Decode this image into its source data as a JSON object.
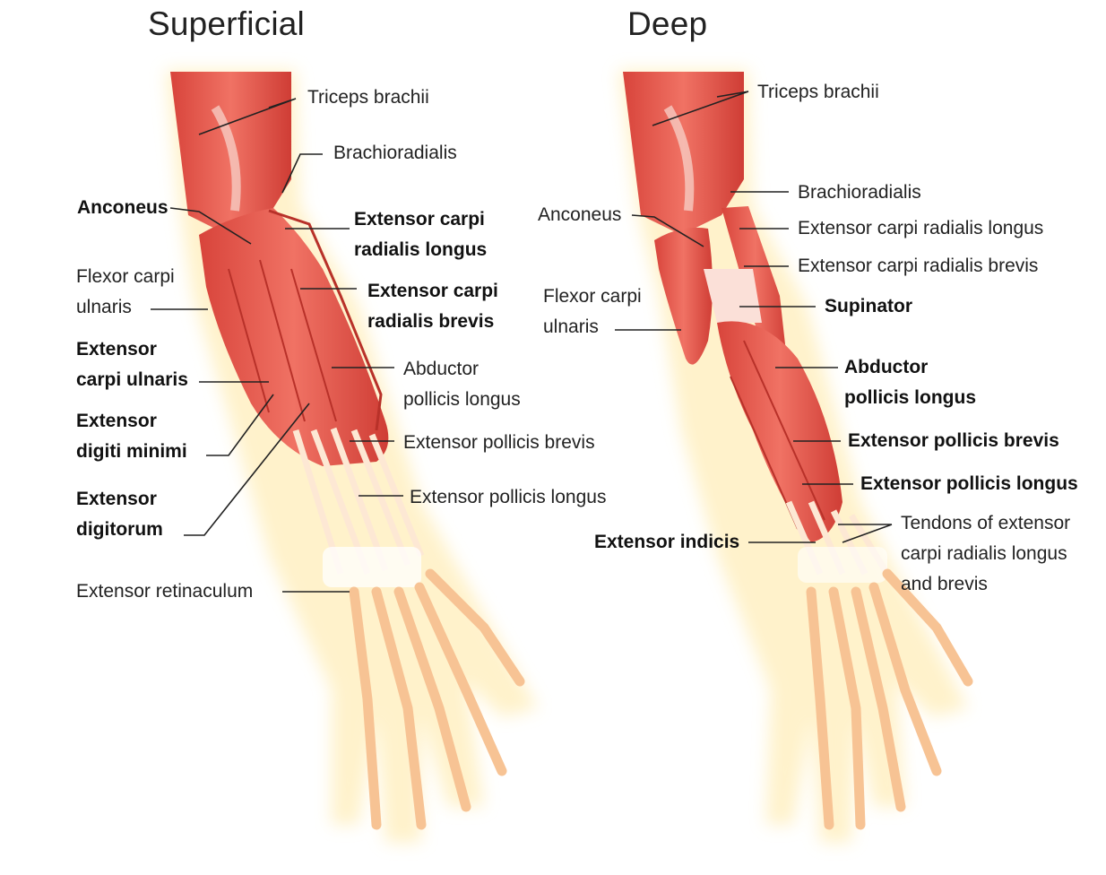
{
  "figure": {
    "superficial": {
      "title": "Superficial",
      "labels": {
        "triceps": "Triceps brachii",
        "brachioradialis": "Brachioradialis",
        "anconeus": "Anconeus",
        "ecrl_1": "Extensor carpi",
        "ecrl_2": "radialis longus",
        "fcu_1": "Flexor carpi",
        "fcu_2": "ulnaris",
        "ecrb_1": "Extensor carpi",
        "ecrb_2": "radialis brevis",
        "ecu_1": "Extensor",
        "ecu_2": "carpi ulnaris",
        "apl_1": "Abductor",
        "apl_2": "pollicis longus",
        "edm_1": "Extensor",
        "edm_2": "digiti minimi",
        "epb": "Extensor pollicis brevis",
        "ed_1": "Extensor",
        "ed_2": "digitorum",
        "epl": "Extensor pollicis longus",
        "retinaculum": "Extensor retinaculum"
      }
    },
    "deep": {
      "title": "Deep",
      "labels": {
        "triceps": "Triceps brachii",
        "brachioradialis": "Brachioradialis",
        "anconeus": "Anconeus",
        "ecrl": "Extensor carpi radialis longus",
        "ecrb": "Extensor carpi radialis brevis",
        "fcu_1": "Flexor carpi",
        "fcu_2": "ulnaris",
        "supinator": "Supinator",
        "apl_1": "Abductor",
        "apl_2": "pollicis longus",
        "epb": "Extensor pollicis brevis",
        "epl": "Extensor pollicis longus",
        "indicis": "Extensor indicis",
        "tendons_1": "Tendons of extensor",
        "tendons_2": "carpi radialis longus",
        "tendons_3": "and brevis"
      }
    },
    "colors": {
      "muscle": "#e8534a",
      "muscle_dark": "#c93a33",
      "tendon": "#fbe3cc",
      "skin_glow": "#fff3c4",
      "bone": "#f9caa0"
    }
  }
}
